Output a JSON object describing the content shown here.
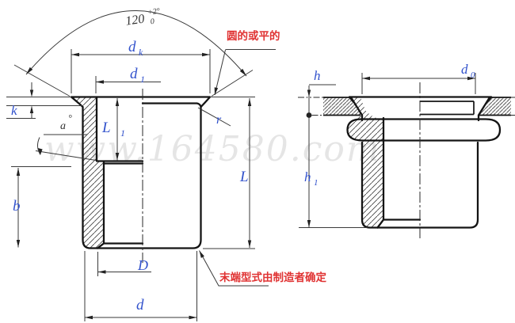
{
  "drawing": {
    "title_note": "blind rivet nut countersunk head drawing",
    "watermark": "www.164580.com",
    "colors": {
      "label_blue": "#3252cc",
      "note_red": "#e03333",
      "line_black": "#141414"
    },
    "angle_annotation": {
      "base": "120",
      "sup": "+2°",
      "sub": "0"
    },
    "notes": {
      "head_edge": "圆的或平的",
      "end_form": "末端型式由制造者确定"
    },
    "dims": {
      "dk": {
        "base": "d",
        "sub": "k"
      },
      "d1": {
        "base": "d",
        "sub": "1"
      },
      "k": "k",
      "a_letter": "a",
      "a_deg": "°",
      "L1": {
        "base": "L",
        "sub": "1"
      },
      "r": "r",
      "L": "L",
      "b": "b",
      "D": "D",
      "d": "d",
      "h": "h",
      "h1": {
        "base": "h",
        "sub": "1"
      },
      "d0": {
        "base": "d",
        "sub": "0"
      }
    }
  }
}
